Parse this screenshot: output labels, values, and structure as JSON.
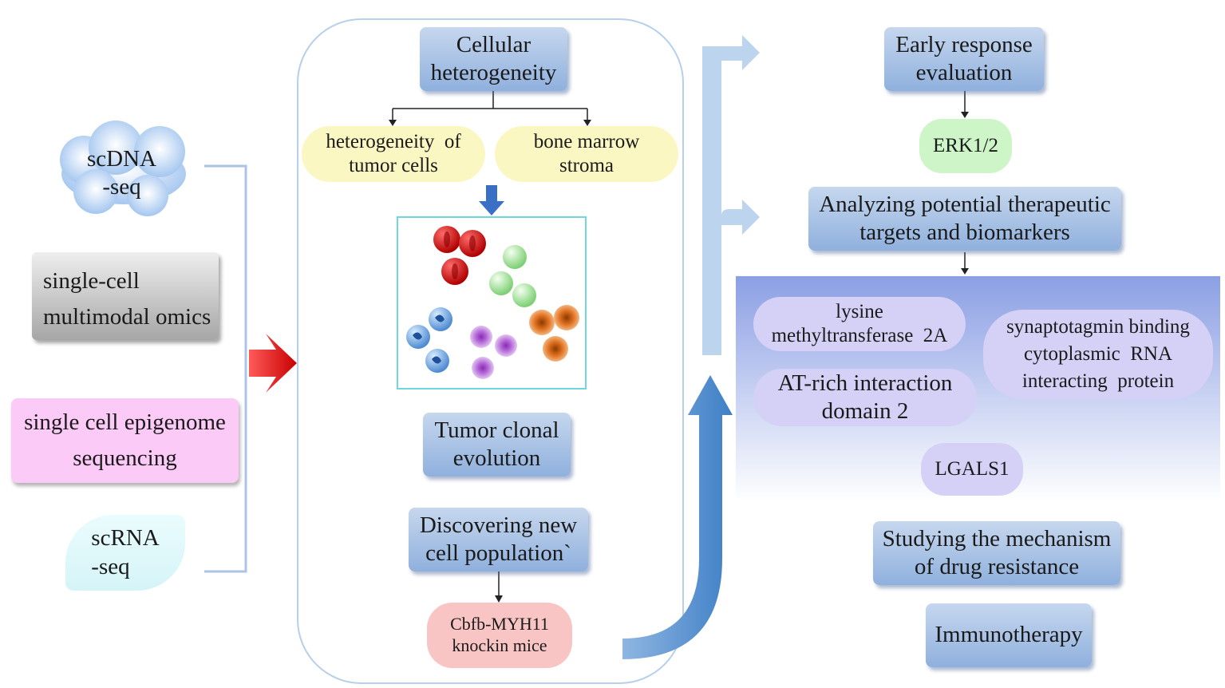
{
  "inputs": {
    "scdna": "scDNA\n-seq",
    "multimodal": "single-cell\nmultimodal omics",
    "epigenome": "single cell epigenome\nsequencing",
    "scrna": "scRNA\n-seq"
  },
  "center": {
    "cellular": "Cellular\nheterogeneity",
    "tumor_cells": "heterogeneity  of\ntumor cells",
    "stroma": "bone marrow\nstroma",
    "clonal": "Tumor clonal\nevolution",
    "discover": "Discovering new\ncell population`",
    "mice": "Cbfb-MYH11\nknockin mice"
  },
  "right": {
    "early": "Early response\nevaluation",
    "erk": "ERK1/2",
    "analyzing": "Analyzing potential therapeutic\ntargets and biomarkers",
    "lysine": "lysine\nmethyltransferase  2A",
    "arid": "AT-rich interaction\ndomain 2",
    "syn": "synaptotagmin binding\ncytoplasmic  RNA\ninteracting  protein",
    "lgals": "LGALS1",
    "mechanism": "Studying the mechanism\nof drug resistance",
    "immuno": "Immunotherapy"
  },
  "colors": {
    "box_blue": "#8fb0dd",
    "yellow": "#fbf7c2",
    "lavender": "#d4d0f6",
    "green": "#cdf5c8",
    "pink_epigenome": "#fccaf6",
    "pink_mice": "#f9c4c4",
    "red_arrow": "#e8141a"
  }
}
